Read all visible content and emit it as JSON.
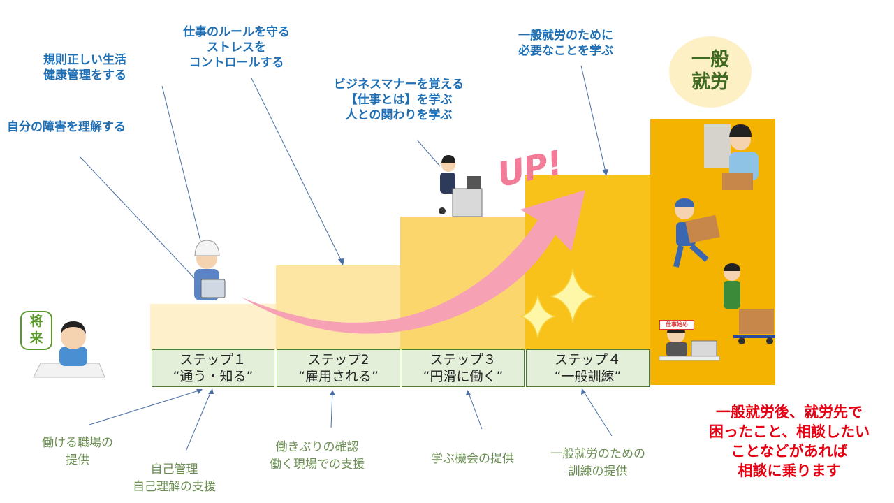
{
  "goals": {
    "g1": "自分の障害を理解する",
    "g2_line1": "規則正しい生活",
    "g2_line2": "健康管理をする",
    "g3_line1": "仕事のルールを守る",
    "g3_line2": "ストレスを",
    "g3_line3": "コントロールする",
    "g4_line1": "ビジネスマナーを覚える",
    "g4_line2": "【仕事とは】を学ぶ",
    "g4_line3": "人との関わりを学ぶ",
    "g5_line1": "一般就労のために",
    "g5_line2": "必要なことを学ぶ"
  },
  "goal_badge": {
    "line1": "一般",
    "line2": "就労"
  },
  "up_label": "UP!",
  "future_sign": {
    "char1": "将",
    "char2": "来"
  },
  "work_sign": "仕事始め",
  "steps": [
    {
      "line1": "ステップ１",
      "line2": "“通う・知る”"
    },
    {
      "line1": "ステップ2",
      "line2": "“雇用される”"
    },
    {
      "line1": "ステップ３",
      "line2": "“円滑に働く”"
    },
    {
      "line1": "ステップ４",
      "line2": "“一般訓練”"
    }
  ],
  "supports": {
    "s1_line1": "働ける職場の",
    "s1_line2": "提供",
    "s2_line1": "自己管理",
    "s2_line2": "自己理解の支援",
    "s3_line1": "働きぶりの確認",
    "s3_line2": "働く現場での支援",
    "s4": "学ぶ機会の提供",
    "s5_line1": "一般就労のための",
    "s5_line2": "訓練の提供"
  },
  "consult": {
    "line1": "一般就労後、就労先で",
    "line2": "困ったこと、相談したい",
    "line3": "ことなどがあれば",
    "line4": "相談に乗ります"
  },
  "colors": {
    "goal_text": "#1f6fb5",
    "support_text": "#6b8f52",
    "consult_text": "#e60012",
    "step_fill": "#e3efd9",
    "step_border": "#4d7d33",
    "arrow": "#f7a1b4",
    "up_text": "#f27c98",
    "final_block": "#f3b300"
  }
}
